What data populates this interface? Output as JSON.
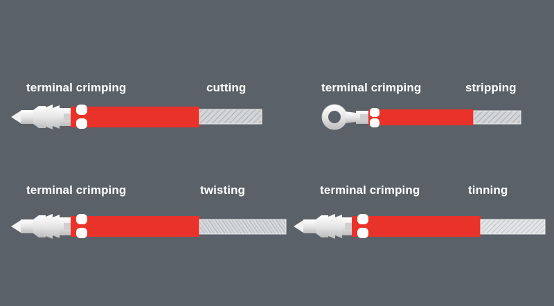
{
  "panels": [
    {
      "left_label": "terminal crimping",
      "right_label": "cutting",
      "terminal": "pin-terminal",
      "wire_end": "cut-conductor"
    },
    {
      "left_label": "terminal crimping",
      "right_label": "stripping",
      "terminal": "ring-terminal",
      "wire_end": "stripped-conductor"
    },
    {
      "left_label": "terminal crimping",
      "right_label": "twisting",
      "terminal": "pin-terminal",
      "wire_end": "twisted-conductor"
    },
    {
      "left_label": "terminal crimping",
      "right_label": "tinning",
      "terminal": "pin-terminal",
      "wire_end": "tinned-conductor"
    }
  ],
  "colors": {
    "background": "#5a6169",
    "insulation": "#e8322a",
    "conductor": "#d8dadc",
    "terminal": "#ececec",
    "label": "#ffffff"
  }
}
